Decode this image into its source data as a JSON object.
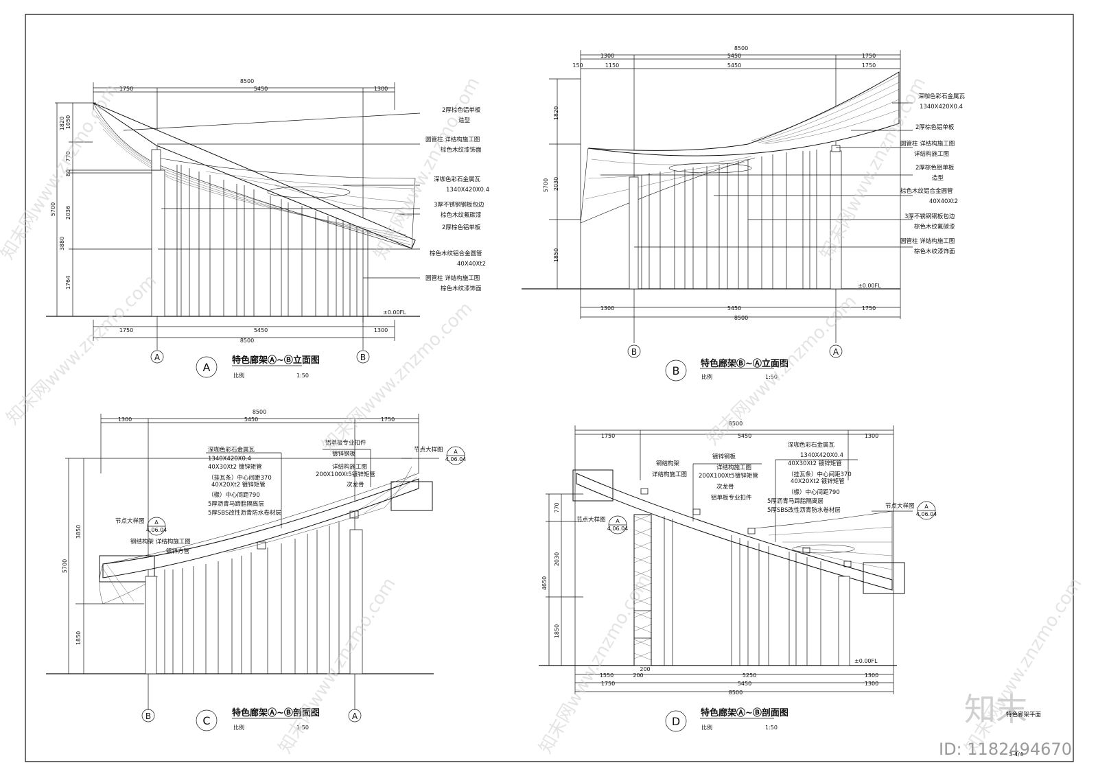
{
  "sheet": {
    "watermark_text": "知末网www.znzmo.com",
    "logo_text": "知末",
    "id_text": "ID: 1182494670",
    "sheet_code": "3-4/4",
    "corner_label": "特色廊架平面"
  },
  "views": {
    "A": {
      "bubble": "A",
      "title": "特色廊架Ⓐ~Ⓑ立面图",
      "scale_label": "比例",
      "scale": "1:50",
      "axis_left": "A",
      "axis_right": "B",
      "total": "8500",
      "segments_top": [
        "1750",
        "5450",
        "1300"
      ],
      "segments_bottom": [
        "1750",
        "5450",
        "1300"
      ],
      "total_bottom": "8500",
      "vdims": [
        "1820",
        "1050",
        "770",
        "80",
        "5700",
        "2036",
        "3880",
        "1764"
      ],
      "level": "±0.00FL",
      "notes": [
        "2厚棕色铝单板",
        "造型",
        "圆管柱 详结构施工图",
        "棕色木纹漆饰面",
        "深咖色彩石金属瓦",
        "1340X420X0.4",
        "3厚不锈钢钢板包边",
        "棕色木纹氟碳漆",
        "2厚棕色铝单板",
        "棕色木纹铝合金圆管",
        "40X40Xt2",
        "圆管柱 详结构施工图",
        "棕色木纹漆饰面"
      ]
    },
    "B": {
      "bubble": "B",
      "title": "特色廊架Ⓑ~Ⓐ立面图",
      "scale_label": "比例",
      "scale": "1:50",
      "axis_left": "B",
      "axis_right": "A",
      "total": "8500",
      "segments_top": [
        "1300",
        "5450",
        "1750"
      ],
      "segments_top2": [
        "150",
        "1150",
        "5450",
        "1750"
      ],
      "segments_bottom": [
        "1300",
        "5450",
        "1750"
      ],
      "total_bottom": "8500",
      "vdims": [
        "1820",
        "5700",
        "2030",
        "1850"
      ],
      "level": "±0.00FL",
      "notes": [
        "深咖色彩石金属瓦",
        "1340X420X0.4",
        "2厚棕色铝单板",
        "圆管柱 详结构施工图",
        "详结构施工图",
        "2厚棕色铝单板",
        "造型",
        "棕色木纹铝合金圆管",
        "40X40Xt2",
        "3厚不锈钢钢板包边",
        "棕色木纹氟碳漆",
        "圆管柱 详结构施工图",
        "棕色木纹漆饰面"
      ]
    },
    "C": {
      "bubble": "C",
      "title": "特色廊架Ⓐ~Ⓑ剖面图",
      "scale_label": "比例",
      "scale": "1:50",
      "axis_left": "B",
      "axis_right": "A",
      "total": "8500",
      "segments_top": [
        "1300",
        "5450",
        "1750"
      ],
      "vdims": [
        "3850",
        "5700",
        "1850"
      ],
      "notes_left": [
        "深咖色彩石金属瓦",
        "1340X420X0.4",
        "40X30Xt2 镀锌矩管",
        "（挂瓦条）中心间距370",
        "40X20Xt2 镀锌矩管",
        "（椽）中心间距790",
        "5厚沥青马蹄脂隔离层",
        "5厚SBS改性沥青防水卷材层"
      ],
      "notes_right": [
        "铝单板专业扣件",
        "镀锌钢板",
        "详结构施工图",
        "200X100Xt5镀锌矩管",
        "次龙骨"
      ],
      "detail_label": "节点大样图",
      "detail_ref": "A",
      "detail_no": "4.06.04",
      "steel_notes": [
        "钢结构架 详结构施工图",
        "镀锌方管"
      ]
    },
    "D": {
      "bubble": "D",
      "title": "特色廊架Ⓐ~Ⓑ剖面图",
      "scale_label": "比例",
      "scale": "1:50",
      "total": "8500",
      "segments_top": [
        "1750",
        "5450",
        "1300"
      ],
      "segments_bottom1": [
        "1550",
        "200",
        "5250",
        "1300"
      ],
      "segments_bottom2": [
        "1750",
        "5450",
        "1300"
      ],
      "total_bottom": "8500",
      "extra_dim": "200",
      "vdims": [
        "770",
        "2030",
        "4650",
        "1850"
      ],
      "level": "±0.00FL",
      "notes_left": [
        "钢结构架",
        "详结构施工图"
      ],
      "notes_mid": [
        "镀锌钢板",
        "详结构施工图",
        "200X100Xt5镀锌矩管",
        "次龙骨",
        "铝单板专业扣件"
      ],
      "notes_right": [
        "深咖色彩石金属瓦",
        "1340X420X0.4",
        "40X30Xt2 镀锌矩管",
        "（挂瓦条）中心间距370",
        "40X20Xt2 镀锌矩管",
        "（椽）中心间距790",
        "5厚沥青马蹄脂隔离层",
        "5厚SBS改性沥青防水卷材层"
      ],
      "detail_label": "节点大样图",
      "detail_ref": "A",
      "detail_no": "4.06.04"
    }
  }
}
